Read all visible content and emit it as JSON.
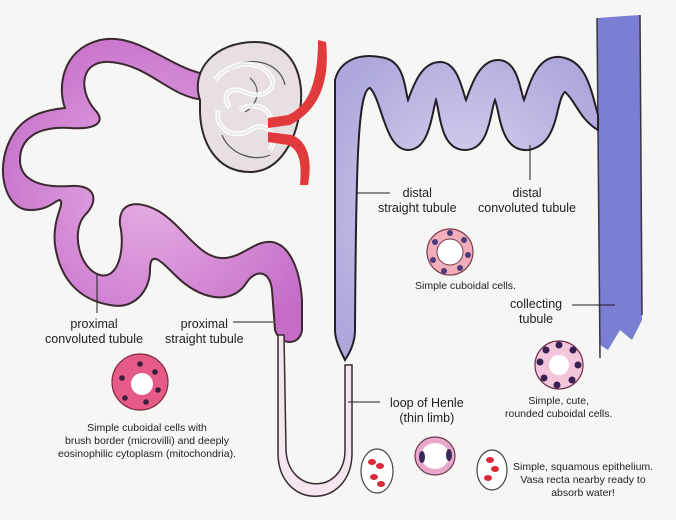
{
  "title": "Nephron histology diagram",
  "colors": {
    "background": "#f6f6f4",
    "proximal_tubule": "#c66fc9",
    "distal_tubule": "#b7b2de",
    "collecting_tubule": "#6e73cf",
    "blood_vessel": "#e0393a",
    "loop_of_henle": "#f4e6ee",
    "glomerulus_capsule": "#e8dfe2",
    "outline": "#2a2222"
  },
  "labels": {
    "pct": {
      "line1": "proximal",
      "line2": "convoluted tubule"
    },
    "pst": {
      "line1": "proximal",
      "line2": "straight tubule"
    },
    "dst": {
      "line1": "distal",
      "line2": "straight tubule"
    },
    "dct": {
      "line1": "distal",
      "line2": "convoluted tubule"
    },
    "collecting": {
      "line1": "collecting",
      "line2": "tubule"
    },
    "henle": {
      "line1": "loop of Henle",
      "line2": "(thin limb)"
    }
  },
  "captions": {
    "proximal_cells": {
      "line1": "Simple cuboidal cells with",
      "line2": "brush border (microvilli) and deeply",
      "line3": "eosinophilic cytoplasm (mitochondria)."
    },
    "distal_cells": {
      "line1": "Simple cuboidal cells."
    },
    "collecting_cells": {
      "line1": "Simple, cute,",
      "line2": "rounded cuboidal cells."
    },
    "henle_cells": {
      "line1": "Simple, squamous epithelium.",
      "line2": "Vasa recta nearby ready to",
      "line3": "absorb water!"
    }
  }
}
